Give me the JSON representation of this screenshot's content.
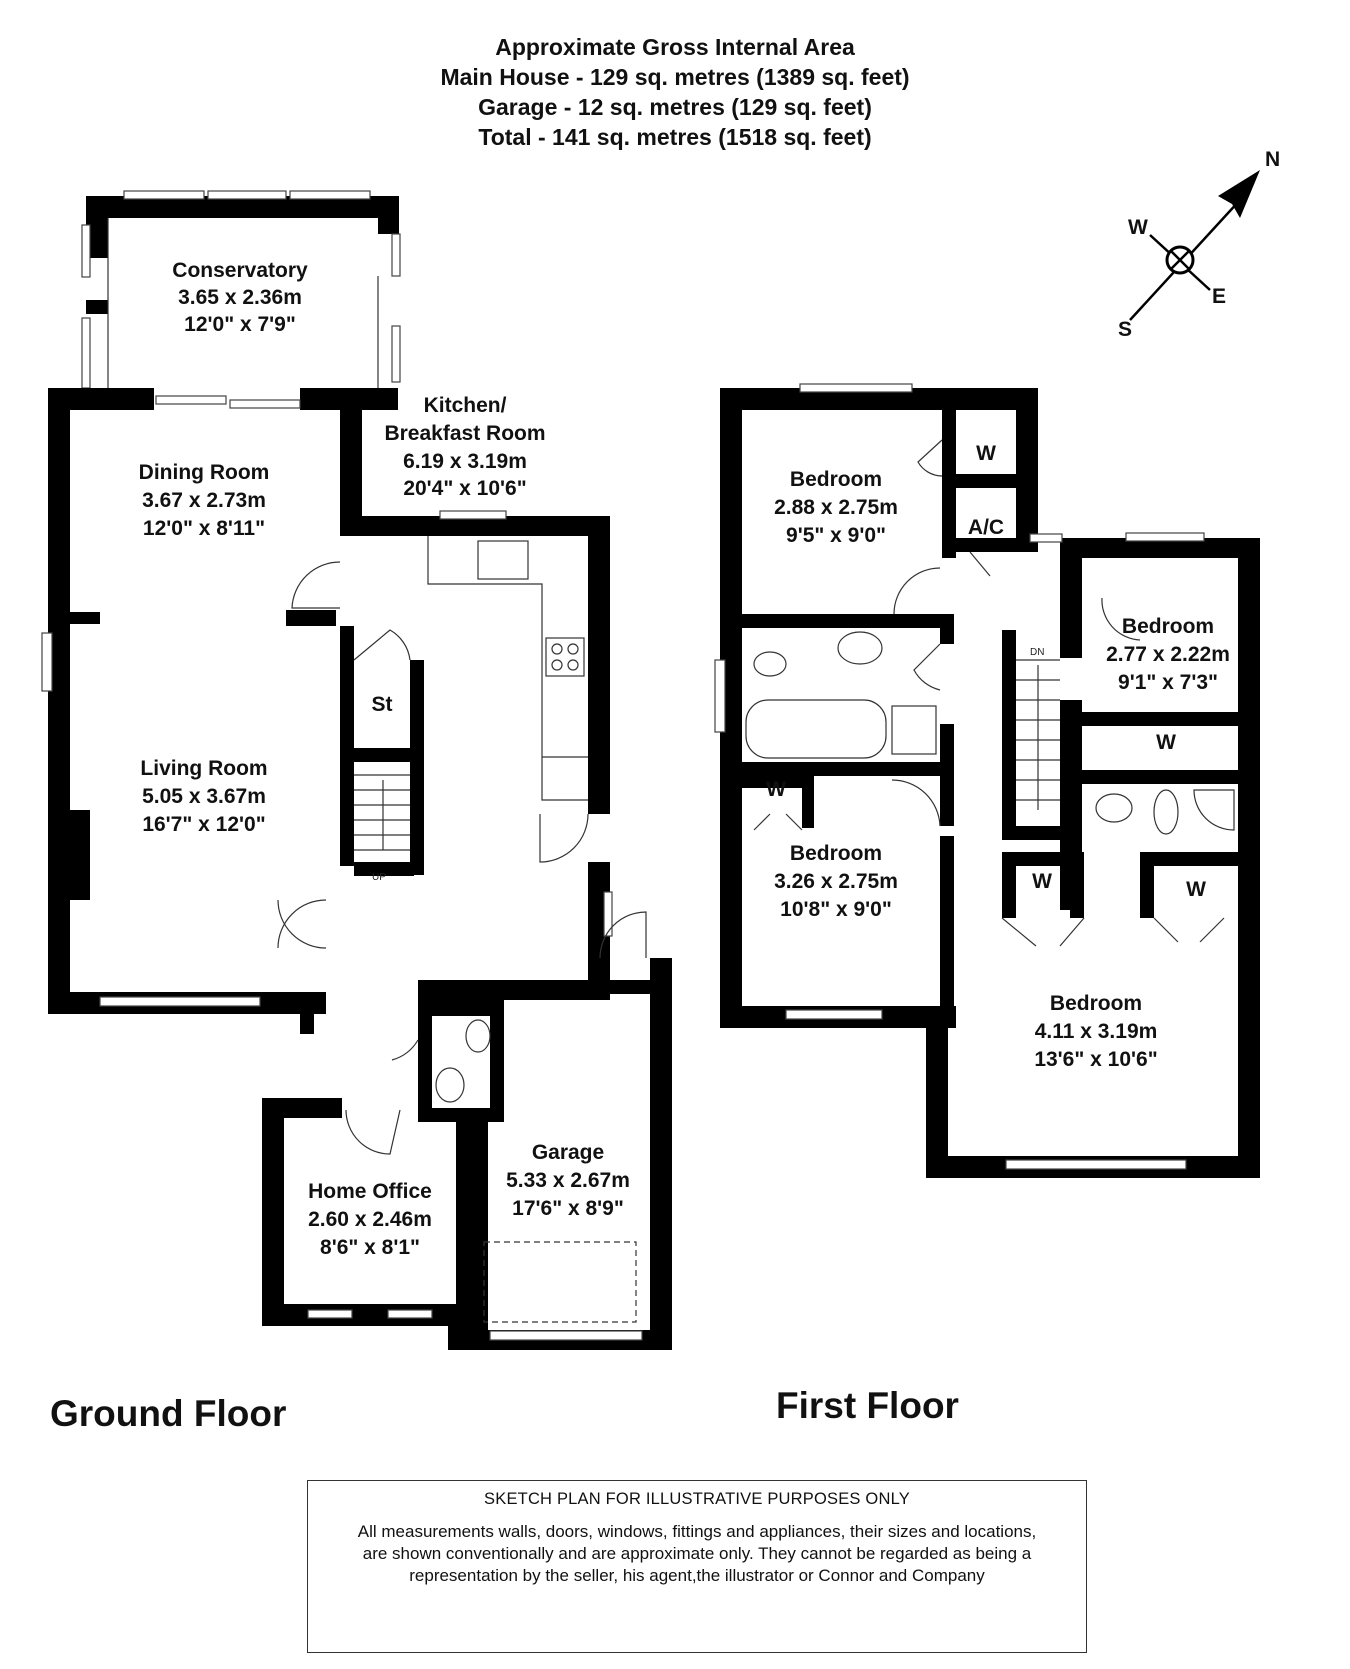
{
  "header": {
    "line1": "Approximate Gross Internal Area",
    "line2": "Main House - 129 sq. metres (1389 sq. feet)",
    "line3": "Garage - 12 sq. metres (129 sq. feet)",
    "line4": "Total - 141 sq. metres (1518 sq. feet)"
  },
  "compass": {
    "n": "N",
    "s": "S",
    "e": "E",
    "w": "W"
  },
  "ground_floor": {
    "title": "Ground Floor",
    "conservatory": {
      "name": "Conservatory",
      "metric": "3.65 x 2.36m",
      "imperial": "12'0\" x 7'9\""
    },
    "dining": {
      "name": "Dining Room",
      "metric": "3.67 x 2.73m",
      "imperial": "12'0\" x 8'11\""
    },
    "kitchen": {
      "name1": "Kitchen/",
      "name2": "Breakfast Room",
      "metric": "6.19 x 3.19m",
      "imperial": "20'4\" x 10'6\""
    },
    "living": {
      "name": "Living Room",
      "metric": "5.05 x 3.67m",
      "imperial": "16'7\" x 12'0\""
    },
    "store": "St",
    "stairs": "UP",
    "office": {
      "name": "Home Office",
      "metric": "2.60 x 2.46m",
      "imperial": "8'6\" x 8'1\""
    },
    "garage": {
      "name": "Garage",
      "metric": "5.33 x 2.67m",
      "imperial": "17'6\" x 8'9\""
    }
  },
  "first_floor": {
    "title": "First Floor",
    "bed1": {
      "name": "Bedroom",
      "metric": "2.88 x 2.75m",
      "imperial": "9'5\" x 9'0\""
    },
    "bed2": {
      "name": "Bedroom",
      "metric": "2.77 x 2.22m",
      "imperial": "9'1\" x 7'3\""
    },
    "bed3": {
      "name": "Bedroom",
      "metric": "3.26 x 2.75m",
      "imperial": "10'8\" x 9'0\""
    },
    "bed4": {
      "name": "Bedroom",
      "metric": "4.11 x 3.19m",
      "imperial": "13'6\" x 10'6\""
    },
    "wardrobe": "W",
    "airing": "A/C",
    "stairs": "DN"
  },
  "disclaimer": {
    "title": "SKETCH PLAN FOR ILLUSTRATIVE PURPOSES ONLY",
    "line1": "All measurements walls, doors, windows, fittings and appliances, their sizes and locations,",
    "line2": "are shown conventionally and are approximate only. They cannot be regarded as being a",
    "line3": "representation by the seller, his agent,the illustrator or Connor and Company"
  }
}
